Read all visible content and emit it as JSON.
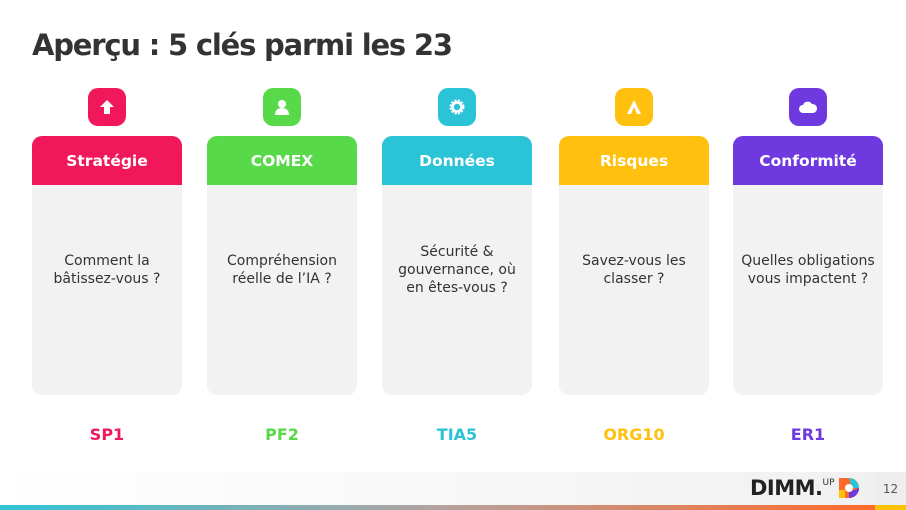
{
  "title": "Aperçu : 5 clés parmi les 23",
  "cards": [
    {
      "label": "Stratégie",
      "question": "Comment la bâtissez-vous ?",
      "code": "SP1",
      "color": "#f0185a",
      "icon": "arrow-up-icon"
    },
    {
      "label": "COMEX",
      "question": "Compréhension réelle de l’IA ?",
      "code": "PF2",
      "color": "#57d94a",
      "icon": "user-icon"
    },
    {
      "label": "Données",
      "question": "Sécurité & gouvernance, où en êtes-vous ?",
      "code": "TIA5",
      "color": "#2bc3d6",
      "icon": "gear-icon"
    },
    {
      "label": "Risques",
      "question": "Savez-vous les classer ?",
      "code": "ORG10",
      "color": "#ffc00e",
      "icon": "triangle-icon"
    },
    {
      "label": "Conformité",
      "question": "Quelles obligations vous impactent ?",
      "code": "ER1",
      "color": "#6e3ae0",
      "icon": "cloud-icon"
    }
  ],
  "footer": {
    "logo": "DIMM.",
    "logo_sup": "UP",
    "page": "12"
  }
}
